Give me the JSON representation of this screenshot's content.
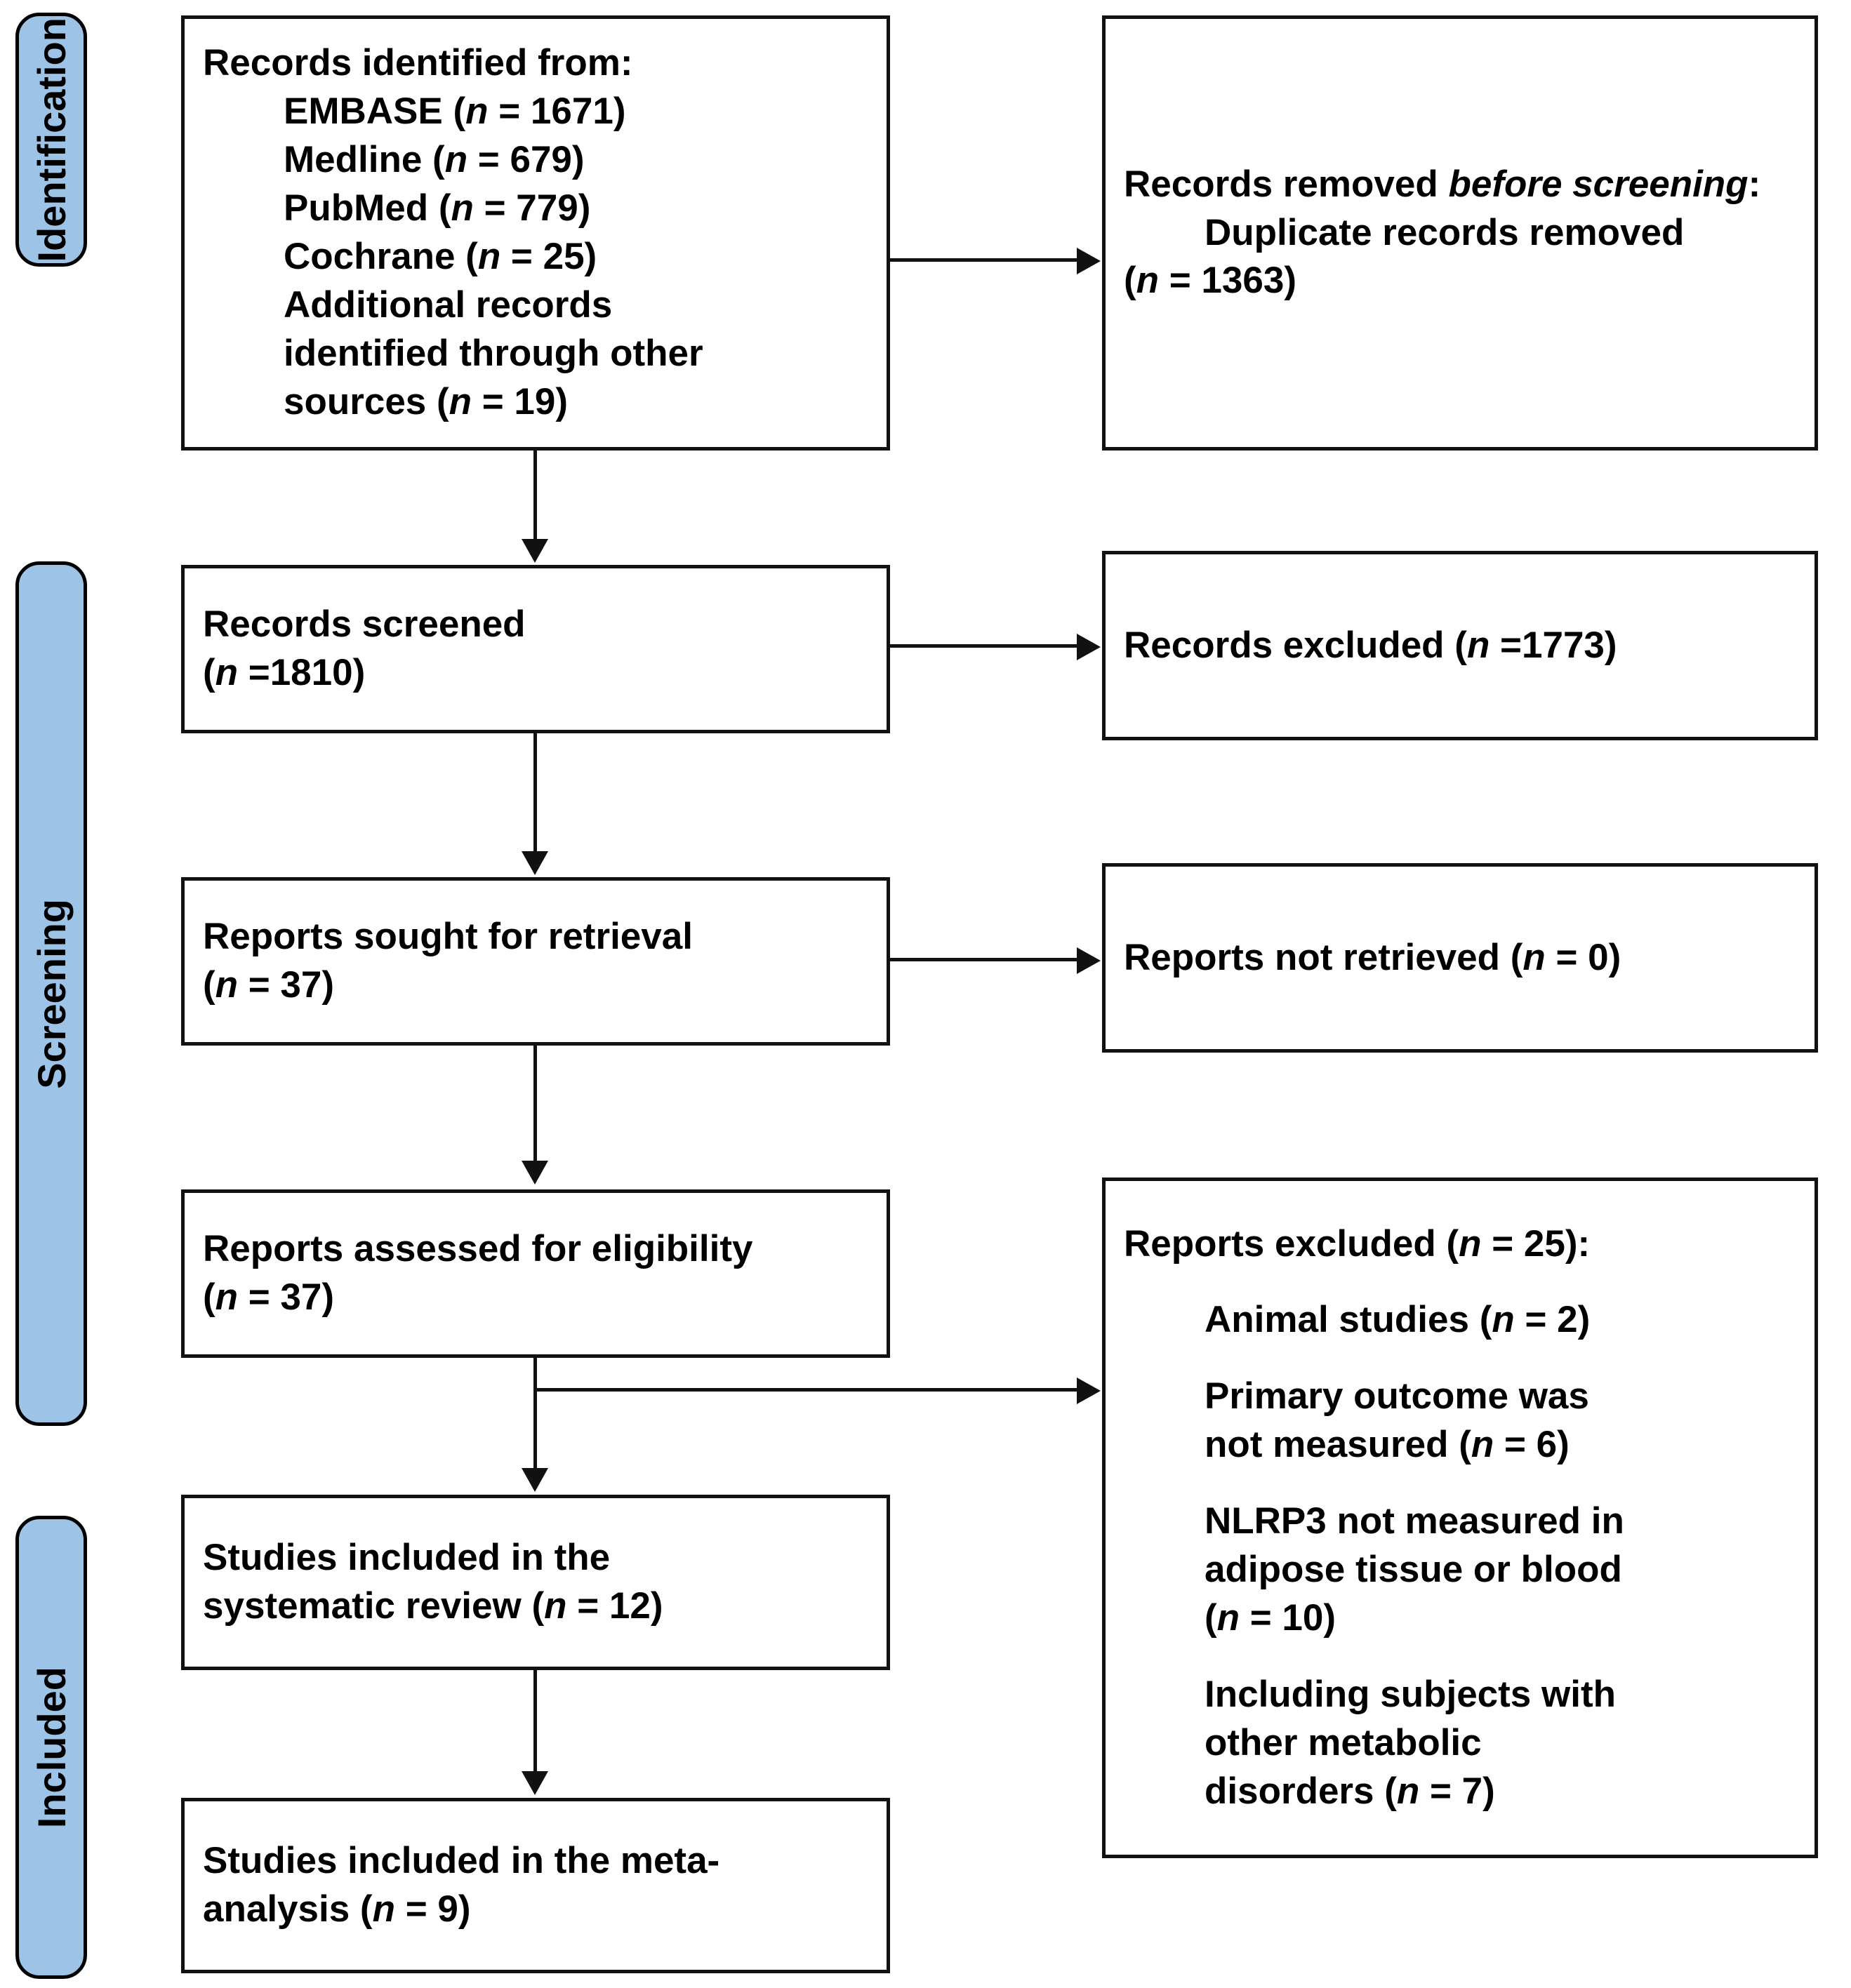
{
  "diagram": {
    "type": "PRISMA flow diagram",
    "stages": [
      {
        "id": "identification",
        "label": "Identification"
      },
      {
        "id": "screening",
        "label": "Screening"
      },
      {
        "id": "included",
        "label": "Included"
      }
    ],
    "nodes": {
      "records_identified": {
        "title": "Records identified from:",
        "items": [
          "EMBASE (n = 1671)",
          "Medline (n = 679)",
          "PubMed (n = 779)",
          "Cochrane (n = 25)",
          "Additional records",
          "identified through other",
          "sources (n = 19)"
        ]
      },
      "records_removed": {
        "title_plain": "Records removed ",
        "title_italic": "before screening",
        "title_suffix": ":",
        "items": [
          "Duplicate records removed",
          "(n = 1363)"
        ]
      },
      "records_screened": {
        "line1": "Records screened",
        "line2": "(n =1810)"
      },
      "records_excluded": {
        "line1": "Records excluded (n =1773)"
      },
      "reports_sought": {
        "line1": "Reports sought for retrieval",
        "line2": "(n = 37)"
      },
      "reports_not_retrieved": {
        "line1": "Reports not retrieved (n = 0)"
      },
      "reports_assessed": {
        "line1": "Reports assessed for eligibility",
        "line2": "(n = 37)"
      },
      "reports_excluded": {
        "title": "Reports excluded (n = 25):",
        "reasons": [
          "Animal studies (n = 2)",
          "Primary outcome was\nnot measured (n = 6)",
          "NLRP3 not measured in\nadipose tissue or blood\n(n = 10)",
          "Including subjects with\nother metabolic\ndisorders (n = 7)"
        ]
      },
      "studies_systematic": {
        "line1": "Studies included in the",
        "line2": "systematic review (n = 12)"
      },
      "studies_meta": {
        "line1": "Studies included in the meta-",
        "line2": "analysis (n = 9)"
      }
    },
    "counts": {
      "embase": 1671,
      "medline": 679,
      "pubmed": 779,
      "cochrane": 25,
      "additional_other_sources": 19,
      "duplicates_removed": 1363,
      "records_screened": 1810,
      "records_excluded": 1773,
      "reports_sought": 37,
      "reports_not_retrieved": 0,
      "reports_assessed": 37,
      "reports_excluded_total": 25,
      "excluded_animal_studies": 2,
      "excluded_primary_outcome_not_measured": 6,
      "excluded_nlrp3_not_measured": 10,
      "excluded_other_metabolic_disorders": 7,
      "studies_systematic_review": 12,
      "studies_meta_analysis": 9
    },
    "colors": {
      "stage_bar_fill": "#9DC3E6",
      "stroke": "#111111",
      "node_fill": "#FFFFFF"
    }
  }
}
